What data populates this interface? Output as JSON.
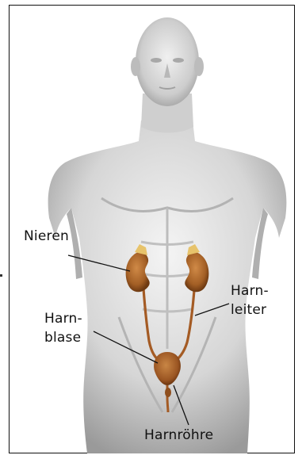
{
  "labels": {
    "kidneys": "Nieren",
    "ureters_line1": "Harn-",
    "ureters_line2": "leiter",
    "bladder_line1": "Harn-",
    "bladder_line2": "blase",
    "urethra": "Harnröhre"
  },
  "colors": {
    "frame": "#111111",
    "body_light": "#f1f1f1",
    "body_mid": "#c9c9c9",
    "body_dark": "#8f8f8f",
    "kidney": "#b06a2c",
    "kidney_dark": "#6e3a12",
    "adrenal": "#e7c36b",
    "duct": "#a45b24",
    "leader": "#111111"
  }
}
